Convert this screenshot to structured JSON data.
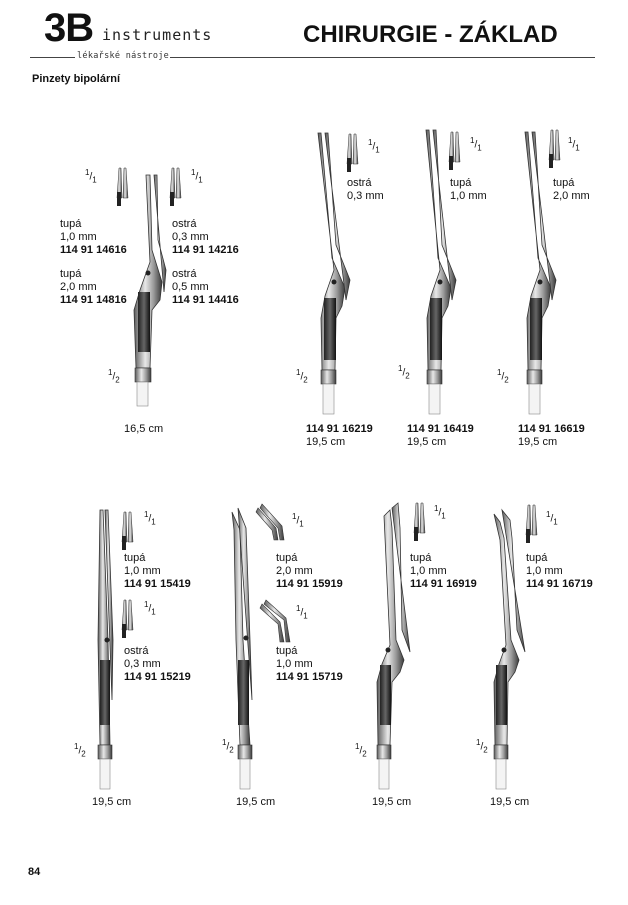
{
  "header": {
    "logo_main": "3B",
    "logo_word": "instruments",
    "logo_subtitle": "lékařské nástroje",
    "title": "CHIRURGIE - ZÁKLAD"
  },
  "section_title": "Pinzety bipolární",
  "page_number": "84",
  "scale_labels": {
    "one_one": "1",
    "one_two": "2",
    "num": "1"
  },
  "items": {
    "p1": {
      "tupa10_tip": "tupá",
      "tupa10_size": "1,0 mm",
      "tupa10_code": "114 91 14616",
      "tupa20_tip": "tupá",
      "tupa20_size": "2,0 mm",
      "tupa20_code": "114 91 14816",
      "ostra03_tip": "ostrá",
      "ostra03_size": "0,3 mm",
      "ostra03_code": "114 91 14216",
      "ostra05_tip": "ostrá",
      "ostra05_size": "0,5 mm",
      "ostra05_code": "114 91 14416",
      "length": "16,5 cm"
    },
    "p2": {
      "tip": "ostrá",
      "size": "0,3 mm",
      "code": "114 91 16219",
      "length": "19,5 cm"
    },
    "p3": {
      "tip": "tupá",
      "size": "1,0 mm",
      "code": "114 91 16419",
      "length": "19,5 cm"
    },
    "p4": {
      "tip": "tupá",
      "size": "2,0 mm",
      "code": "114 91 16619",
      "length": "19,5 cm"
    },
    "p5": {
      "a_tip": "tupá",
      "a_size": "1,0 mm",
      "a_code": "114 91 15419",
      "b_tip": "ostrá",
      "b_size": "0,3 mm",
      "b_code": "114 91 15219",
      "length": "19,5 cm"
    },
    "p6": {
      "a_tip": "tupá",
      "a_size": "2,0 mm",
      "a_code": "114 91 15919",
      "b_tip": "tupá",
      "b_size": "1,0 mm",
      "b_code": "114 91 15719",
      "length": "19,5 cm"
    },
    "p7": {
      "tip": "tupá",
      "size": "1,0 mm",
      "code": "114 91 16919",
      "length": "19,5 cm"
    },
    "p8": {
      "tip": "tupá",
      "size": "1,0 mm",
      "code": "114 91 16719",
      "length": "19,5 cm"
    }
  }
}
